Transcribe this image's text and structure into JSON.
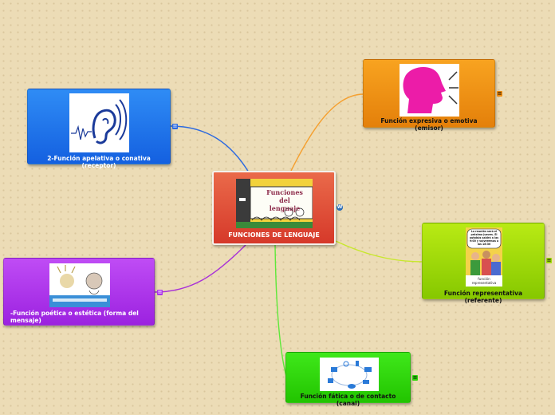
{
  "map": {
    "central": {
      "title": "FUNCIONES DE LENGUAJE",
      "image_title": "Funciones del lenguaje"
    },
    "branches": {
      "emisor": "Función expresiva o emotiva (emisor)",
      "receptor": "2-Función apelativa o conativa (receptor)",
      "referente": "Función representativa (referente)",
      "poetica": "-Función poética o estética (forma del mensaje)",
      "fatica": "Función fática o de contacto (canal)"
    },
    "image_texts": {
      "referente_bubble": "La reunión será el próximo jueves. El autobús saldrá a las 9:00 y volveremos a las 18:30",
      "referente_caption": "función representativa"
    }
  },
  "colors": {
    "background": "#ecdcb6",
    "central": "#e04a35",
    "emisor": "#f08c10",
    "receptor": "#1f73ee",
    "referente": "#a0dc0a",
    "poetica": "#ac33ea",
    "fatica": "#2fd80c",
    "link_emisor": "#f5a030",
    "link_receptor": "#2c6ae0",
    "link_referente": "#c8e82c",
    "link_poetica": "#a830d8",
    "link_fatica": "#5ee83a"
  }
}
